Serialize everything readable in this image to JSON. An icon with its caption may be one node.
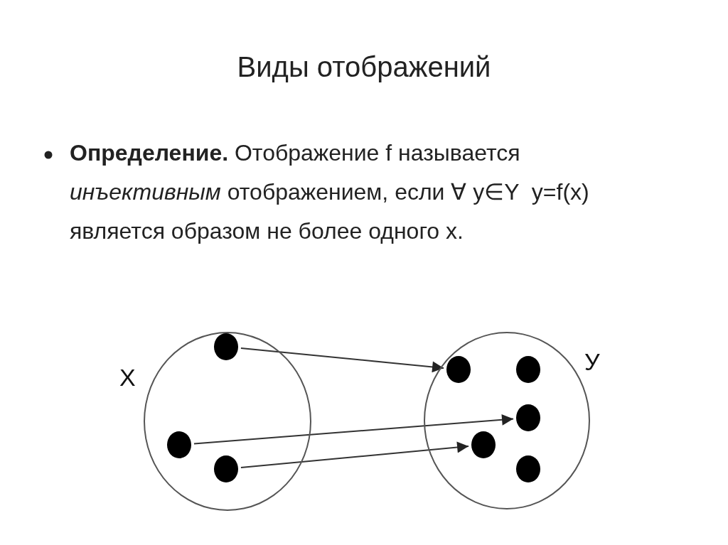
{
  "diagram": {
    "title": "Виды отображений",
    "nodes": [
      {
        "text": [],
        "shape": "circle",
        "beside": [
          "X"
        ]
      },
      {
        "text": [],
        "shape": "circle",
        "beside": [
          "У"
        ]
      },
      {
        "text": [],
        "shape": "circle",
        "in": 0
      },
      {
        "text": [],
        "shape": "circle",
        "in": 0
      },
      {
        "text": [],
        "shape": "circle",
        "in": 0
      },
      {
        "text": [],
        "shape": "circle",
        "in": 1
      },
      {
        "text": [],
        "shape": "circle",
        "in": 1
      },
      {
        "text": [],
        "shape": "circle",
        "in": 1
      },
      {
        "text": [],
        "shape": "circle",
        "in": 1
      },
      {
        "text": [],
        "shape": "circle",
        "in": 1
      }
    ],
    "edges": [
      {
        "from": 2,
        "to": 5,
        "arrow": "to"
      },
      {
        "from": 3,
        "to": 7,
        "arrow": "to"
      },
      {
        "from": 4,
        "to": 8,
        "arrow": "to"
      }
    ],
    "labels": [
      "**Определение.** Отображение f называется *инъективным* отображением, если ∀ y∈Y  y=f(x) является образом не более одного x."
    ]
  }
}
